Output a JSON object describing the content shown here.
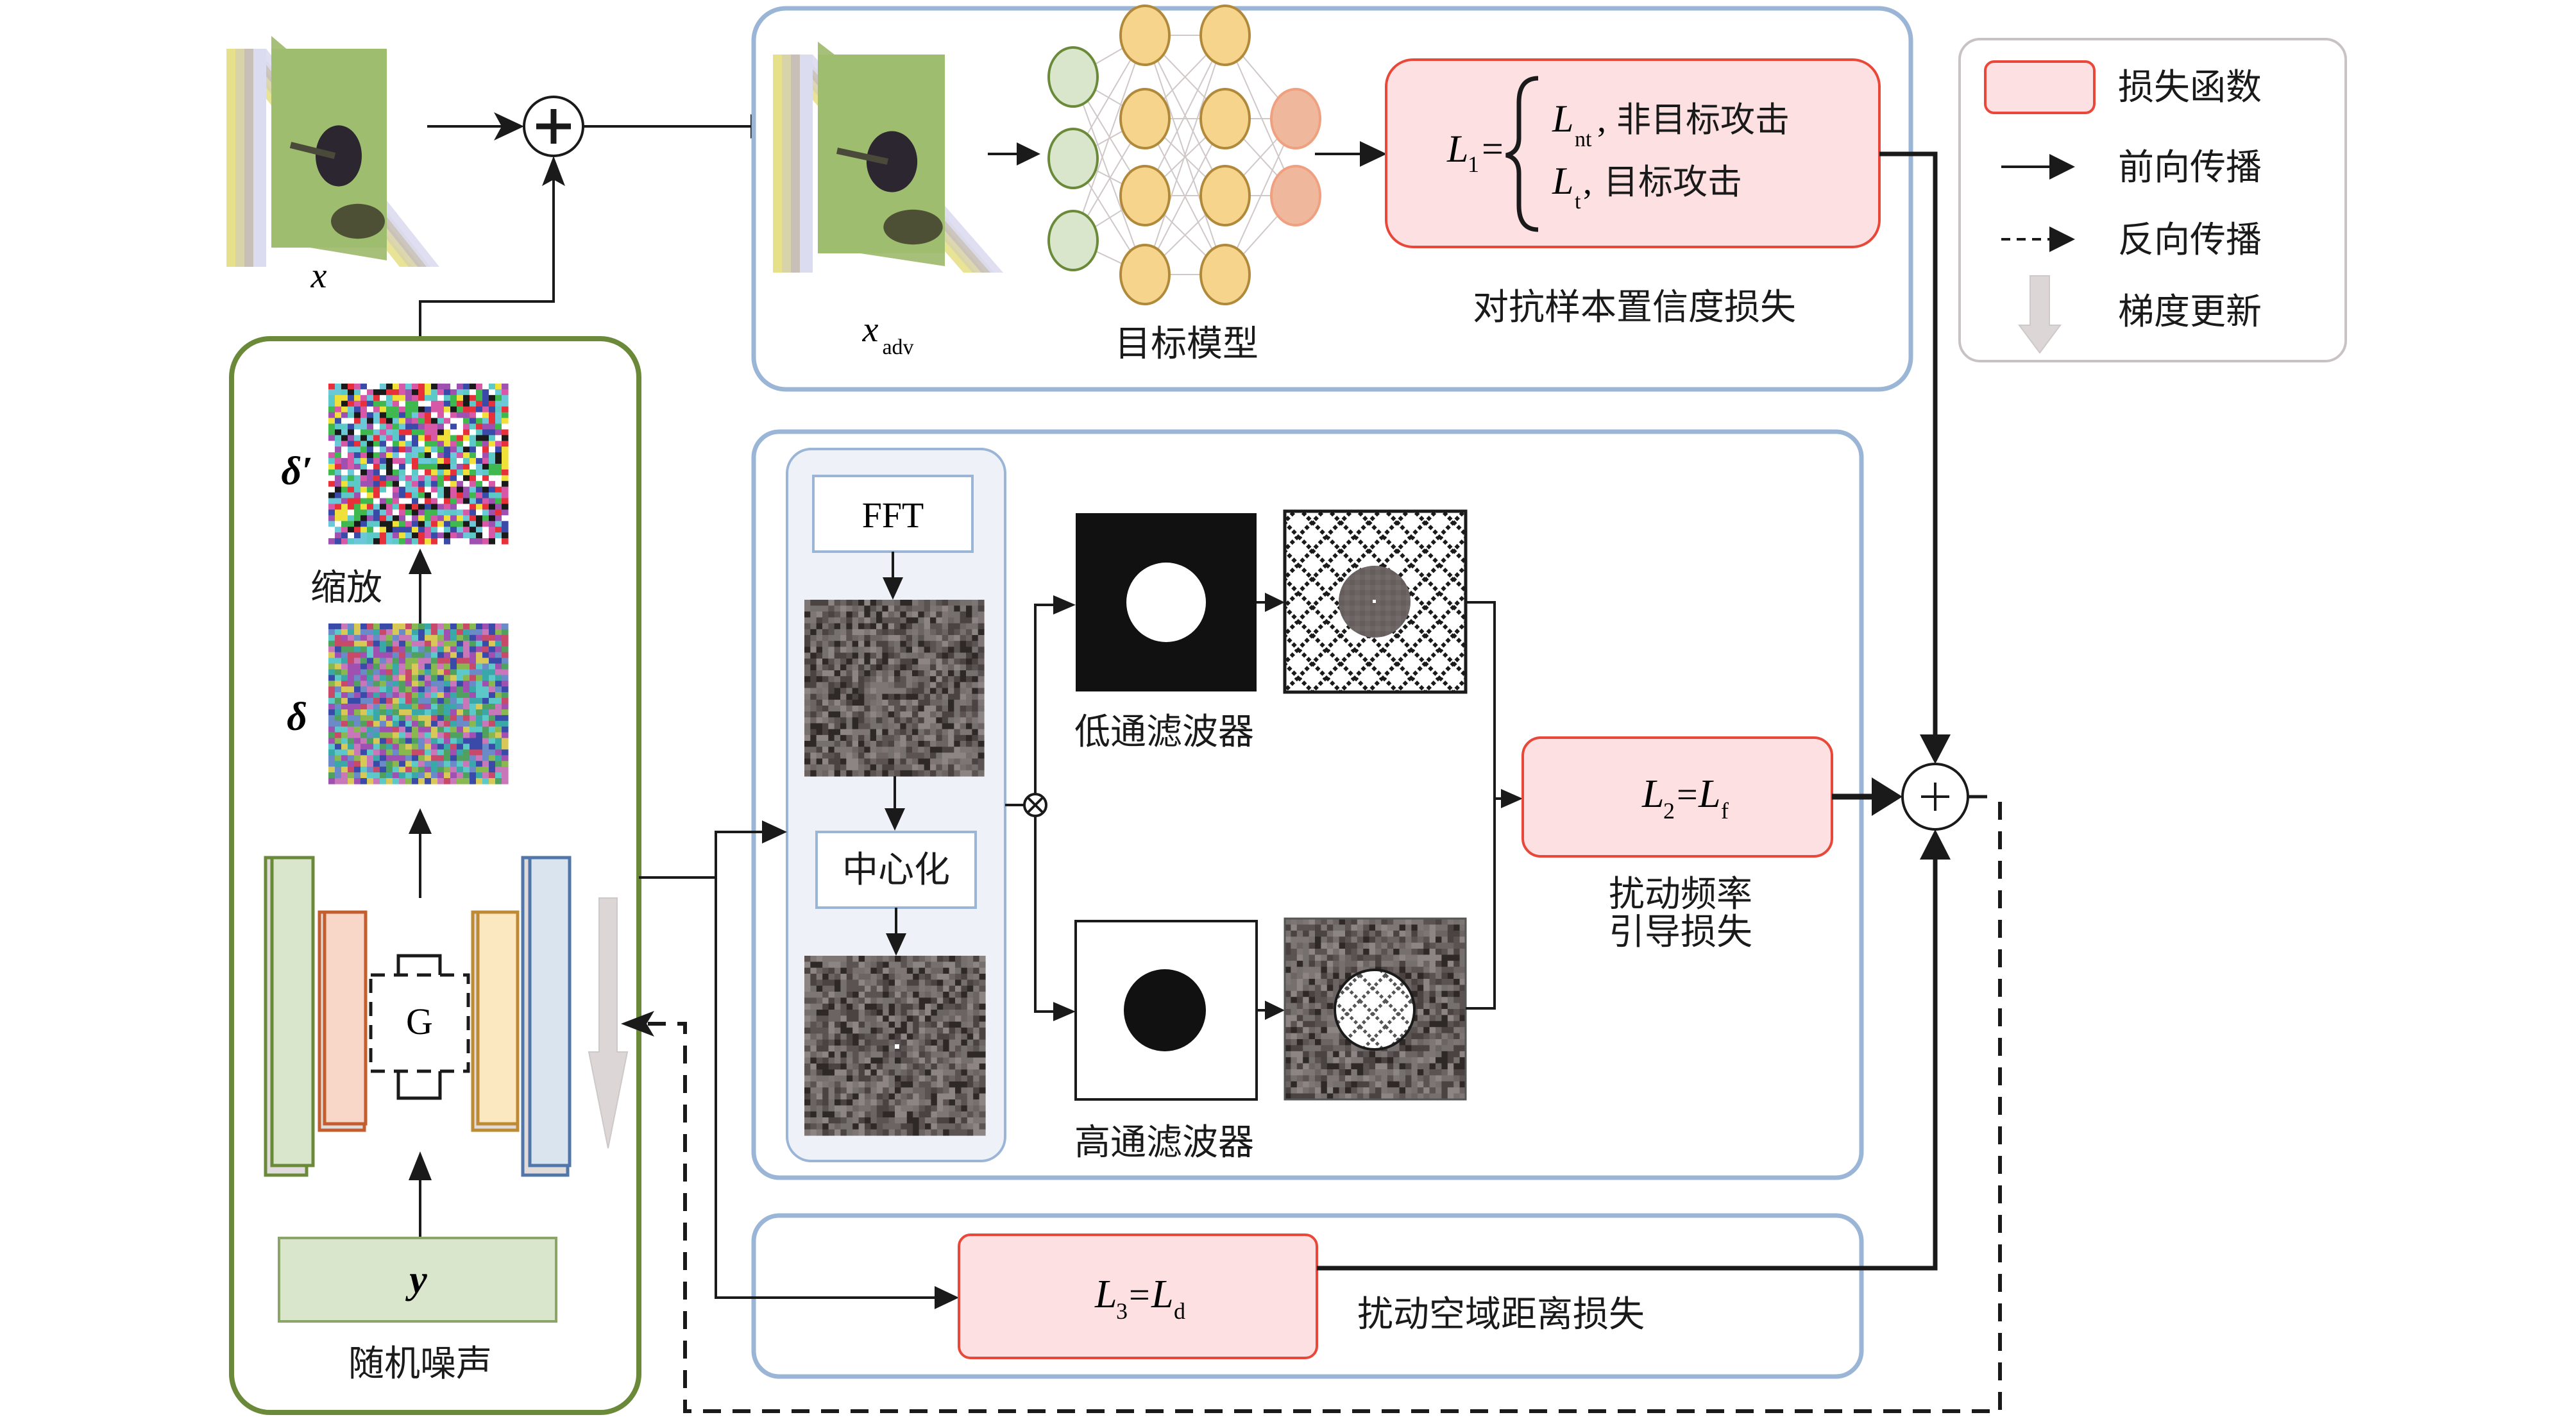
{
  "colors": {
    "loss_fill": "#fde0e1",
    "loss_stroke": "#e8473a",
    "panel_blue": "#9ab5d6",
    "panel_green": "#6a8a3a",
    "fft_panel_fill": "#eef2f8",
    "node_input": "#d9e6cc",
    "node_hidden": "#f7d48c",
    "node_output": "#efb89c",
    "gradient_arrow": "#ddd6d6"
  },
  "input": {
    "image_label": "x",
    "adv_label": "x",
    "adv_subscript": "adv",
    "plus_symbol": "+"
  },
  "generator": {
    "delta_prime_label": "δ′",
    "delta_label": "δ",
    "scale_label": "缩放",
    "g_label": "G",
    "noise_box_label": "y",
    "noise_caption": "随机噪声"
  },
  "target_model": {
    "caption": "目标模型",
    "layers": [
      3,
      4,
      4,
      2
    ]
  },
  "loss1": {
    "lhs": "L",
    "lhs_sub": "1",
    "case1_sym": "L",
    "case1_sub": "nt",
    "case1_text": "非目标攻击",
    "case2_sym": "L",
    "case2_sub": "t",
    "case2_text": "目标攻击",
    "caption": "对抗样本置信度损失"
  },
  "frequency": {
    "fft_label": "FFT",
    "center_label": "中心化",
    "multiply_symbol": "⊗",
    "lowpass_caption": "低通滤波器",
    "highpass_caption": "高通滤波器"
  },
  "loss2": {
    "lhs": "L",
    "lhs_sub": "2",
    "rhs": "L",
    "rhs_sub": "f",
    "caption_line1": "扰动频率",
    "caption_line2": "引导损失"
  },
  "loss3": {
    "lhs": "L",
    "lhs_sub": "3",
    "rhs": "L",
    "rhs_sub": "d",
    "caption": "扰动空域距离损失"
  },
  "sum": {
    "symbol": "+"
  },
  "legend": {
    "items": [
      {
        "icon": "loss-box-swatch",
        "label": "损失函数"
      },
      {
        "icon": "solid-arrow-icon",
        "label": "前向传播"
      },
      {
        "icon": "dashed-arrow-icon",
        "label": "反向传播"
      },
      {
        "icon": "gradient-arrow-icon",
        "label": "梯度更新"
      }
    ]
  }
}
